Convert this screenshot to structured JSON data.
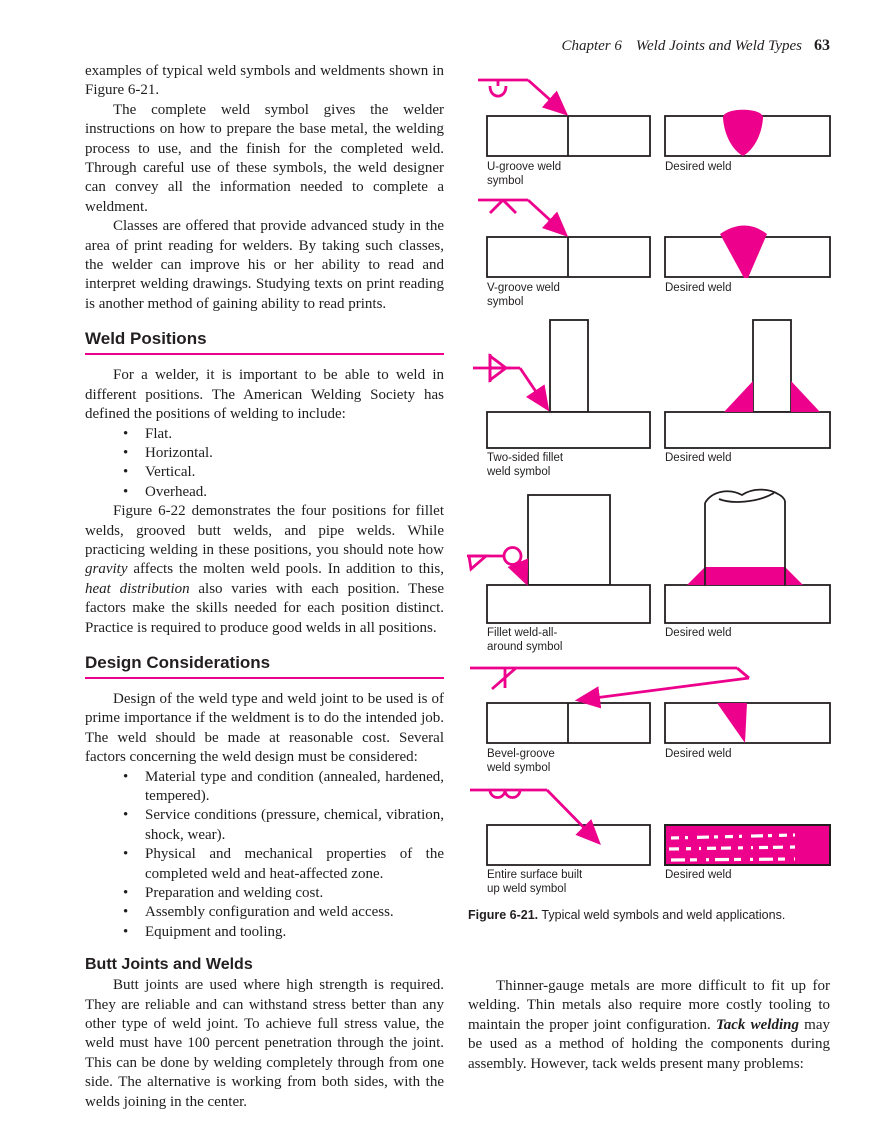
{
  "header": {
    "chapter": "Chapter 6",
    "book_section": "Weld Joints and Weld Types",
    "page_number": "63"
  },
  "left_column": {
    "para1": "examples of typical weld symbols and weldments shown in Figure 6-21.",
    "para2": "The complete weld symbol gives the welder instructions on how to prepare the base metal, the welding process to use, and the finish for the completed weld. Through careful use of these symbols, the weld designer can convey all the information needed to complete a weldment.",
    "para3": "Classes are offered that provide advanced study in the area of print reading for welders. By taking such classes, the welder can improve his or her ability to read and interpret welding drawings. Studying texts on print reading is another method of gaining ability to read prints.",
    "weld_positions": {
      "heading": "Weld Positions",
      "intro": "For a welder, it is important to be able to weld in different positions. The American Welding Society has defined the positions of welding to include:",
      "bullets": [
        "Flat.",
        "Horizontal.",
        "Vertical.",
        "Overhead."
      ],
      "para_segments": {
        "s1": "Figure 6-22 demonstrates the four positions for fillet welds, grooved butt welds, and pipe welds. While practicing welding in these positions, you should note how ",
        "em1": "gravity",
        "s2": " affects the molten weld pools. In addition to this, ",
        "em2": "heat distribution",
        "s3": " also varies with each position. These factors make the skills needed for each position distinct. Practice is required to produce good welds in all positions."
      }
    },
    "design_considerations": {
      "heading": "Design Considerations",
      "intro": "Design of the weld type and weld joint to be used is of prime importance if the weldment is to do the intended job. The weld should be made at reasonable cost. Several factors concerning the weld design must be considered:",
      "bullets": [
        "Material type and condition (annealed, hardened, tempered).",
        "Service conditions (pressure, chemical, vibration, shock, wear).",
        "Physical and mechanical properties of the completed weld and heat-affected zone.",
        "Preparation and welding cost.",
        "Assembly configuration and weld access.",
        "Equipment and tooling."
      ]
    },
    "butt_joints": {
      "heading": "Butt Joints and Welds",
      "para": "Butt joints are used where high strength is required. They are reliable and can withstand stress better than any other type of weld joint. To achieve full stress value, the weld must have 100 percent penetration through the joint. This can be done by welding completely through from one side. The alternative is working from both sides, with the welds joining in the center."
    }
  },
  "figure": {
    "caption_bold": "Figure 6-21.",
    "caption_rest": " Typical weld symbols and weld applications.",
    "rows": [
      {
        "label_lines": [
          "U-groove weld",
          "symbol"
        ],
        "desired_label": "Desired weld"
      },
      {
        "label_lines": [
          "V-groove weld",
          "symbol"
        ],
        "desired_label": "Desired weld"
      },
      {
        "label_lines": [
          "Two-sided fillet",
          "weld symbol"
        ],
        "desired_label": "Desired weld"
      },
      {
        "label_lines": [
          "Fillet weld-all-",
          "around symbol"
        ],
        "desired_label": "Desired weld"
      },
      {
        "label_lines": [
          "Bevel-groove",
          "weld symbol"
        ],
        "desired_label": "Desired weld"
      },
      {
        "label_lines": [
          "Entire surface built",
          "up weld symbol"
        ],
        "desired_label": "Desired weld"
      }
    ]
  },
  "right_column": {
    "para_segments": {
      "s1": "Thinner-gauge metals are more difficult to fit up for welding. Thin metals also require more costly tooling to maintain the proper joint configuration. ",
      "em1": "Tack welding",
      "s2": " may be used as a method of holding the components during assembly. However, tack welds present many problems:"
    }
  },
  "colors": {
    "accent": "#EC008C",
    "ink": "#231F20"
  }
}
